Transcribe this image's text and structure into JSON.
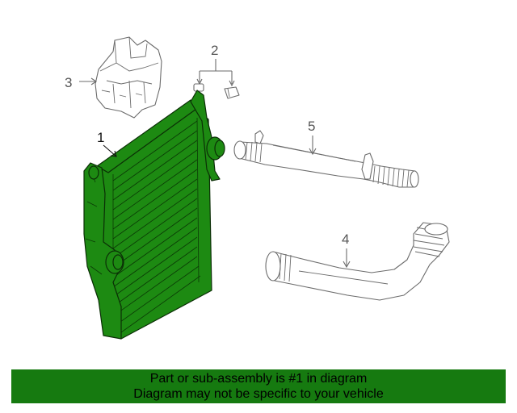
{
  "callouts": {
    "c1": "1",
    "c2": "2",
    "c3": "3",
    "c4": "4",
    "c5": "5"
  },
  "parts": {
    "part1": "intercooler",
    "part2": "clips",
    "part3": "bracket",
    "part4": "lower hose",
    "part5": "upper hose"
  },
  "highlight_color": "#1d8a12",
  "footer": {
    "line1": "Part or sub-assembly is #1 in diagram",
    "line2": "Diagram may not be specific to your vehicle",
    "background": "#167a10"
  }
}
